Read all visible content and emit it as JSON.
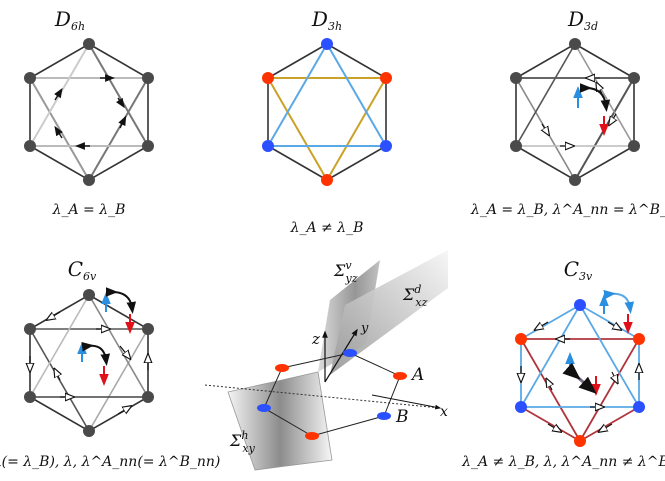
{
  "panels": [
    {
      "id": "d6h",
      "title": "D",
      "title_sub": "6h",
      "caption": "λ_A = λ_B"
    },
    {
      "id": "d3h",
      "title": "D",
      "title_sub": "3h",
      "caption": "λ_A ≠ λ_B"
    },
    {
      "id": "d3d",
      "title": "D",
      "title_sub": "3d",
      "caption": "λ_A = λ_B, λ^A_nn = λ^B_nn"
    },
    {
      "id": "c6v",
      "title": "C",
      "title_sub": "6v",
      "caption": "λ_A(= λ_B), λ, λ^A_nn(= λ^B_nn)"
    },
    {
      "id": "c3v",
      "title": "C",
      "title_sub": "3v",
      "caption": "λ_A ≠ λ_B, λ, λ^A_nn ≠ λ^B_nn"
    }
  ],
  "center": {
    "plane_yz": {
      "main": "Σ",
      "sup": "v",
      "sub": "yz"
    },
    "plane_xz": {
      "main": "Σ",
      "sup": "d",
      "sub": "xz"
    },
    "plane_xy": {
      "main": "Σ",
      "sup": "h",
      "sub": "xy"
    },
    "axis_x": "x",
    "axis_y": "y",
    "axis_z": "z",
    "site_a": "A",
    "site_b": "B"
  },
  "colors": {
    "dark": "#4a4a4a",
    "red": "#ff3300",
    "blue": "#2b50ff",
    "lightblue": "#5aa9e6",
    "gold": "#c9a227",
    "darkred": "#b0343c",
    "arrow_red": "#e0101a",
    "arrow_blue": "#2a8fe0"
  }
}
